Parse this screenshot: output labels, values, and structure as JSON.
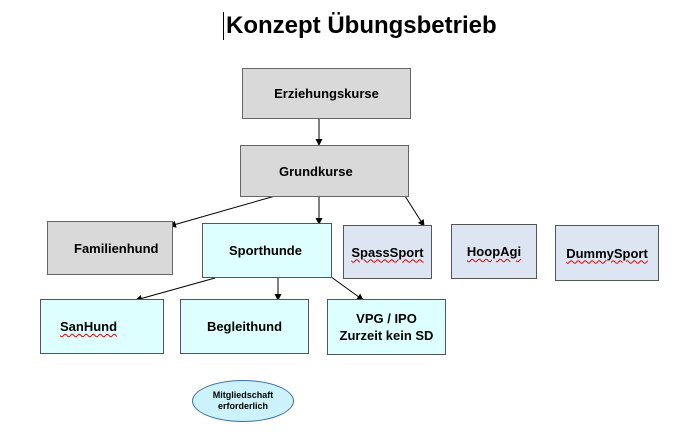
{
  "title": "Konzept Übungsbetrieb",
  "nodes": {
    "erziehungskurse": "Erziehungskurse",
    "grundkurse": "Grundkurse",
    "familienhund": "Familienhund",
    "sporthunde": "Sporthunde",
    "spasssport": "SpassSport",
    "hoopagi": "HoopAgi",
    "dummysport": "DummySport",
    "sanhund": "SanHund",
    "begleithund": "Begleithund",
    "vpg_line1": "VPG / IPO",
    "vpg_line2": "Zurzeit kein SD"
  },
  "note": {
    "line1": "Mitgliedschaft",
    "line2": "erforderlich"
  },
  "colors": {
    "grey_box": "#d9d9d9",
    "cyan_box": "#ddffff",
    "blue_box": "#dde5f2",
    "oval_fill": "#ccf2fb",
    "oval_border": "#3b6ea8"
  }
}
